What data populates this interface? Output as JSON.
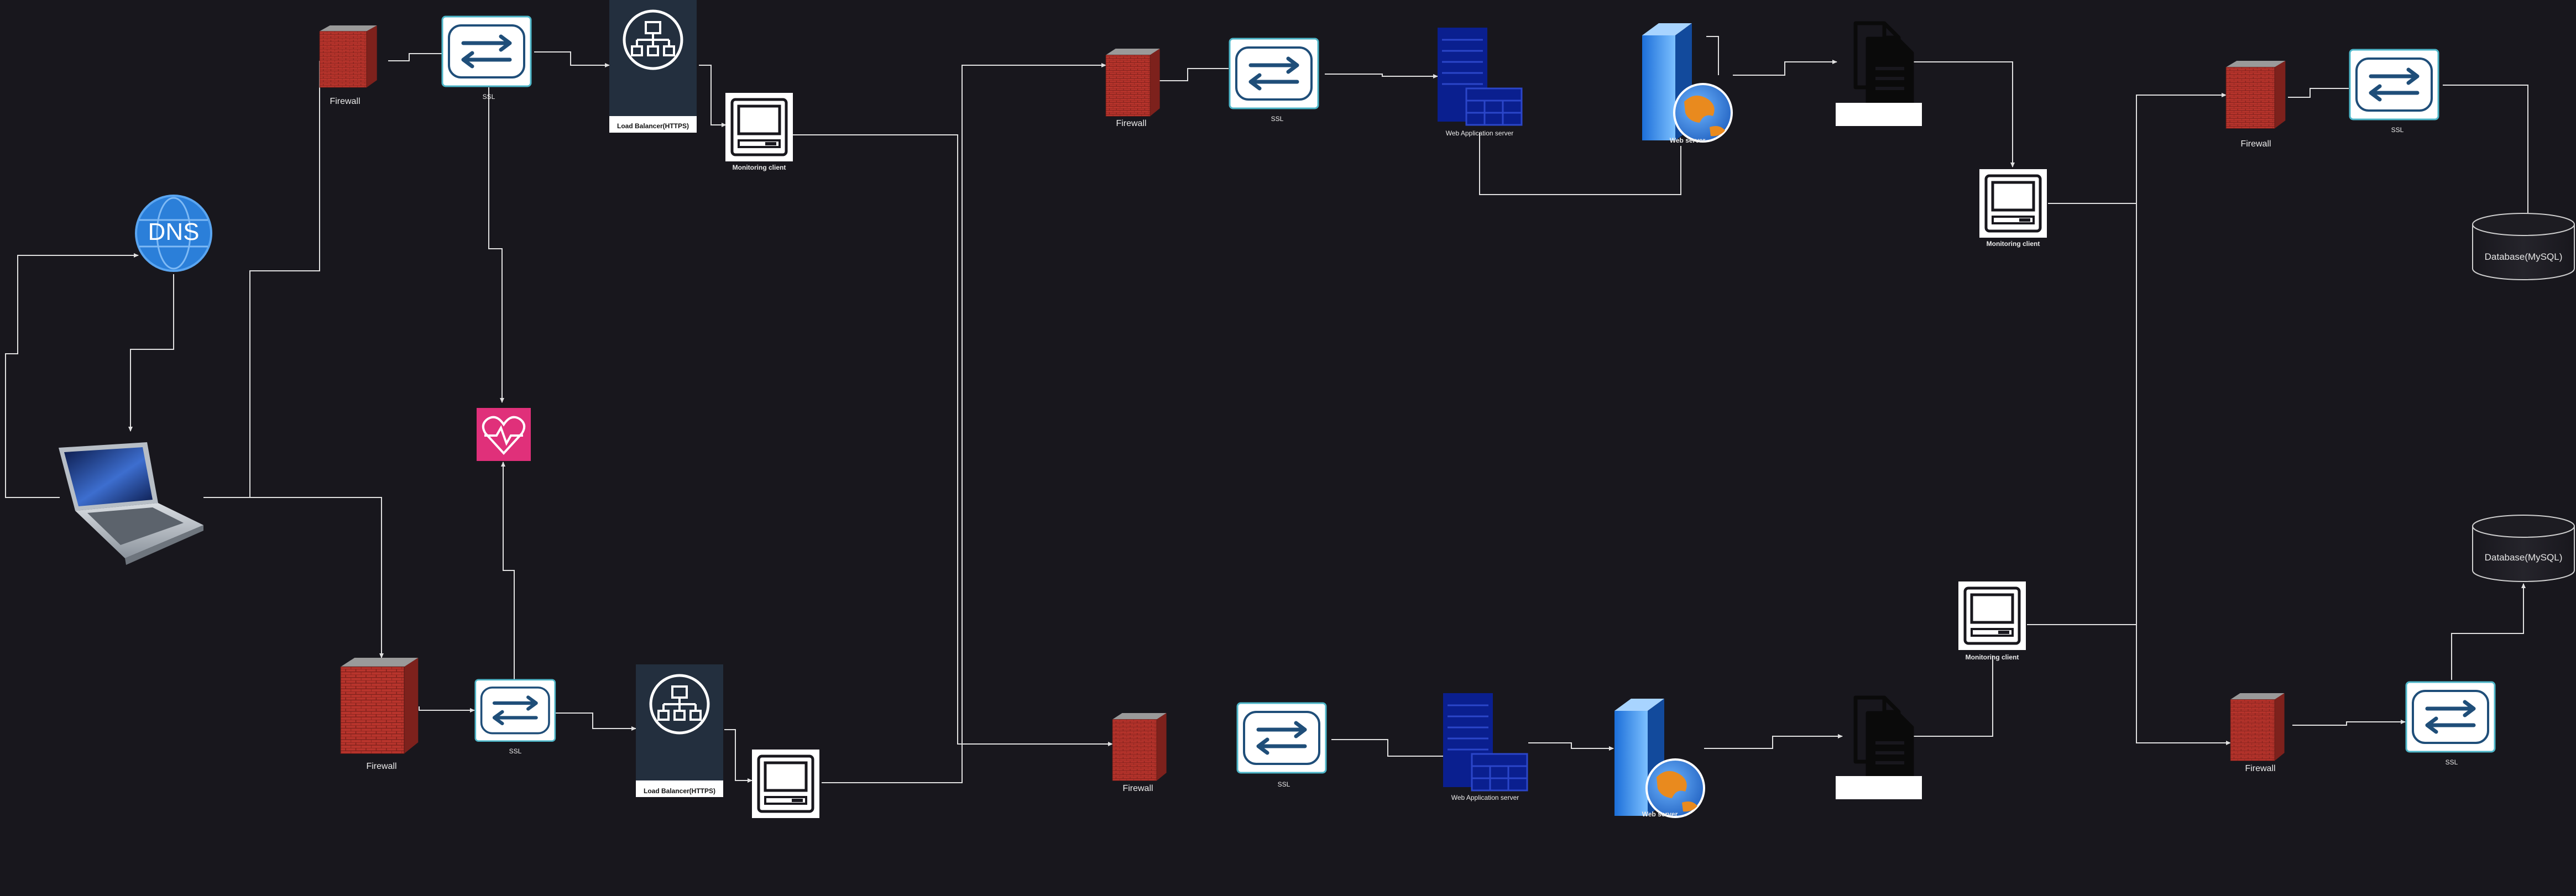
{
  "labels": {
    "firewall": "Firewall",
    "ssl": "SSL",
    "load_balancer": "Load Balancer(HTTPS)",
    "monitoring_client": "Monitoring client",
    "web_app_server": "Web Application server",
    "web_server": "Web server",
    "database": "Database(MySQL)",
    "dns": "DNS"
  },
  "colors": {
    "background": "#18171d",
    "connector": "#e0e0e0",
    "dns": "#2b7fd9",
    "health": "#e0307a",
    "ssl_border": "#4db6c8",
    "ssl_arrows": "#1f4e79",
    "load_balancer_box": "#232f3e",
    "web_app_server": "#0a1f8f",
    "firewall_brick": "#b8342c"
  },
  "icons": [
    "laptop-icon",
    "dns-globe-icon",
    "firewall-icon",
    "ssl-transfer-icon",
    "load-balancer-icon",
    "monitor-icon",
    "health-heart-icon",
    "server-rack-icon",
    "web-server-globe-icon",
    "documents-icon",
    "database-cylinder-icon"
  ]
}
